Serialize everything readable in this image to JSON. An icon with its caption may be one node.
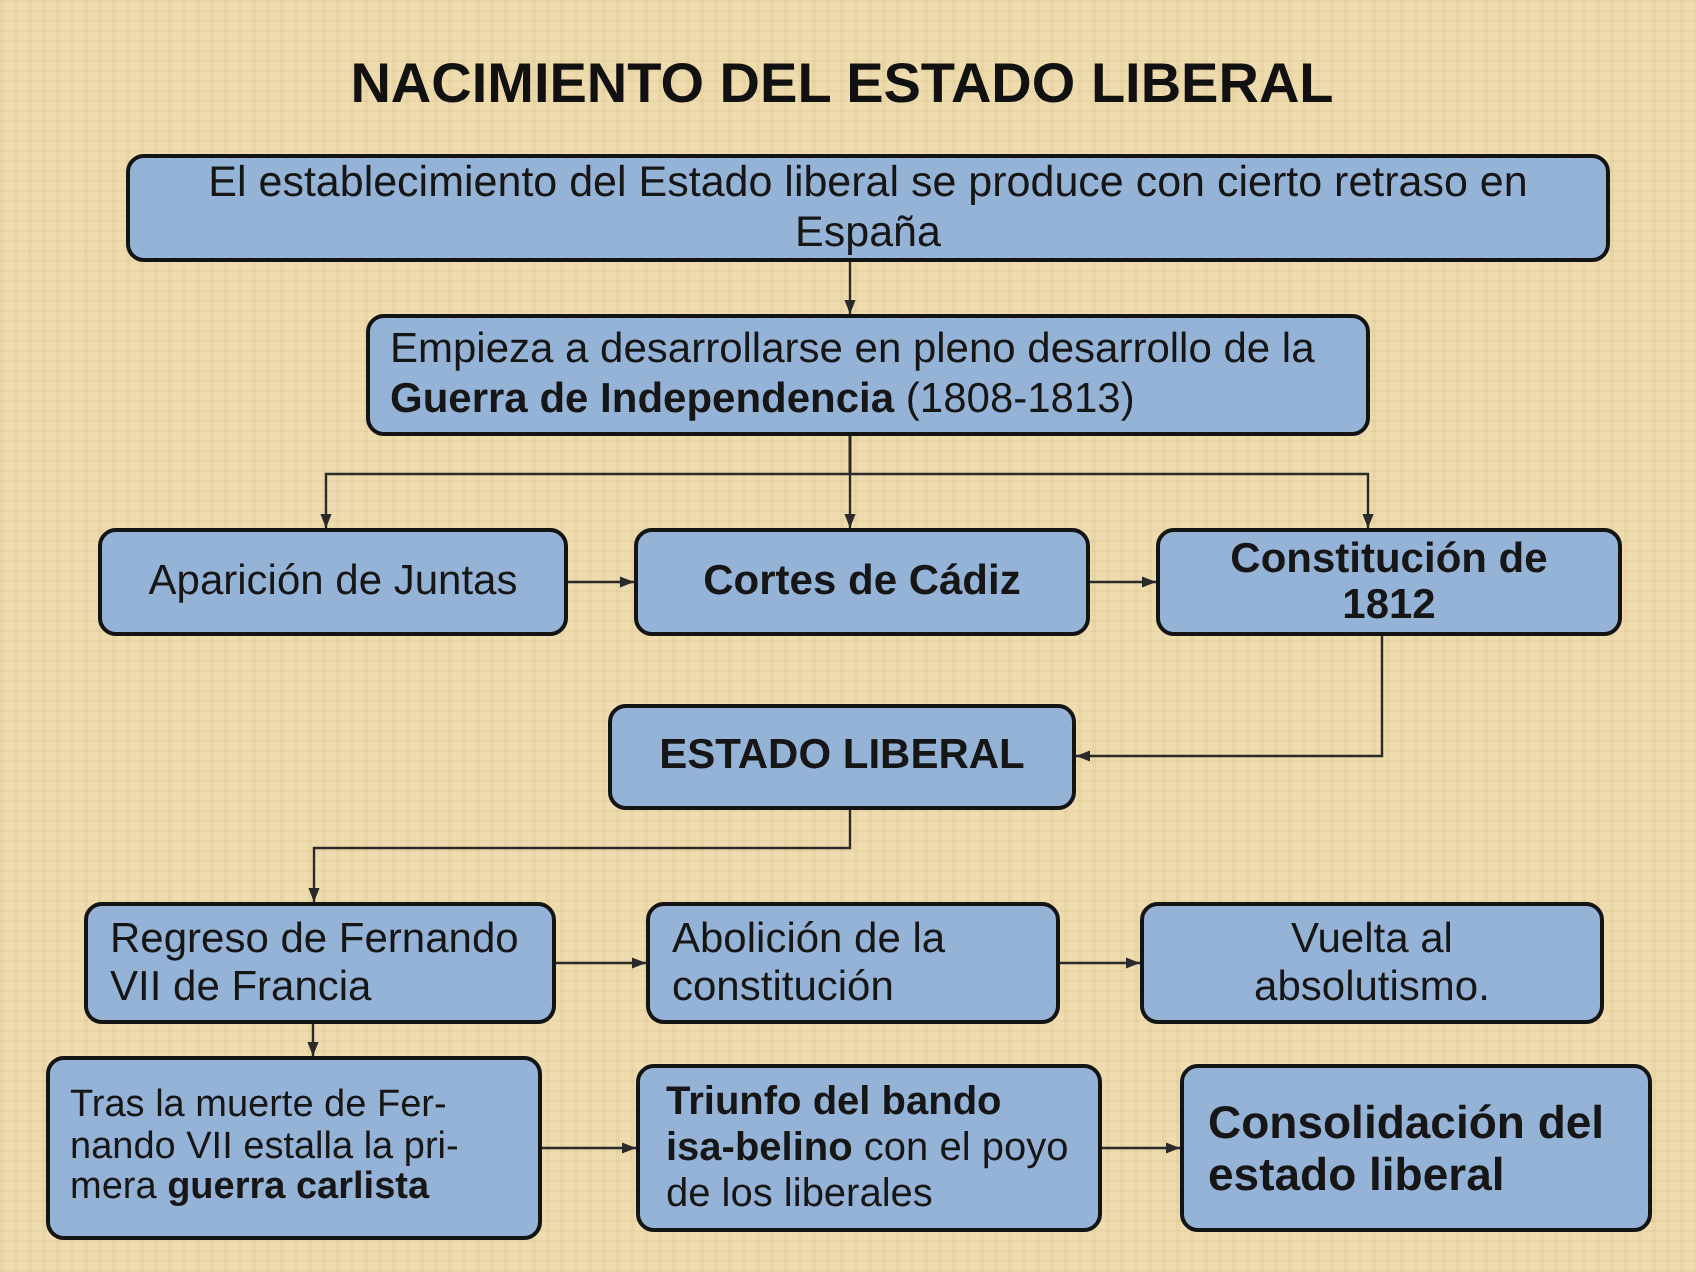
{
  "diagram": {
    "title": "NACIMIENTO DEL ESTADO LIBERAL",
    "nodes": [
      {
        "text": [
          "El establecimiento del Estado liberal se produce con cierto retraso en España"
        ]
      },
      {
        "text": [
          "Empieza a desarrollarse en pleno desarrollo de la **Guerra de Independencia** (1808-1813)"
        ]
      },
      {
        "text": [
          "Aparición de Juntas"
        ]
      },
      {
        "text": [
          "Cortes de Cádiz"
        ]
      },
      {
        "text": [
          "Constitución de 1812"
        ]
      },
      {
        "text": [
          "ESTADO LIBERAL"
        ]
      },
      {
        "text": [
          "Regreso de Fernando VII de Francia"
        ]
      },
      {
        "text": [
          "Abolición de la constitución"
        ]
      },
      {
        "text": [
          "Vuelta al absolutismo."
        ]
      },
      {
        "text": [
          "Tras la muerte de Fer-nando VII estalla la pri-mera **guerra carlista**"
        ]
      },
      {
        "text": [
          "**Triunfo del bando isa-belino** con el poyo de los liberales"
        ]
      },
      {
        "text": [
          "Consolidación del estado liberal"
        ]
      }
    ],
    "edges": [
      {
        "from": 0,
        "to": 1,
        "arrow": "to"
      },
      {
        "from": 1,
        "to": 2,
        "arrow": "to"
      },
      {
        "from": 1,
        "to": 3,
        "arrow": "to"
      },
      {
        "from": 1,
        "to": 4,
        "arrow": "to"
      },
      {
        "from": 2,
        "to": 3,
        "arrow": "to"
      },
      {
        "from": 3,
        "to": 4,
        "arrow": "to"
      },
      {
        "from": 4,
        "to": 5,
        "arrow": "to"
      },
      {
        "from": 5,
        "to": 6,
        "arrow": "to"
      },
      {
        "from": 6,
        "to": 7,
        "arrow": "to"
      },
      {
        "from": 7,
        "to": 8,
        "arrow": "to"
      },
      {
        "from": 6,
        "to": 9,
        "arrow": "to"
      },
      {
        "from": 9,
        "to": 10,
        "arrow": "to"
      },
      {
        "from": 10,
        "to": 11,
        "arrow": "to"
      }
    ]
  }
}
